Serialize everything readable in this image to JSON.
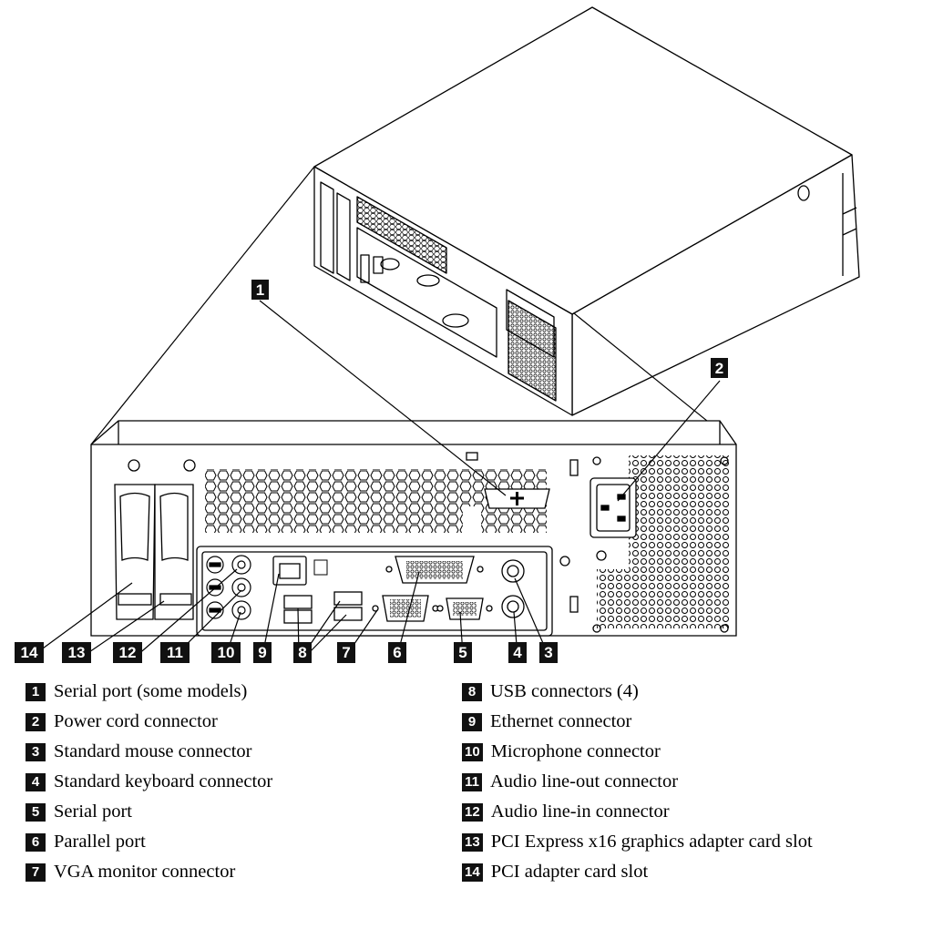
{
  "callouts": [
    {
      "number": "1",
      "label": "Serial port (some models)"
    },
    {
      "number": "2",
      "label": "Power cord connector"
    },
    {
      "number": "3",
      "label": "Standard mouse connector"
    },
    {
      "number": "4",
      "label": "Standard keyboard connector"
    },
    {
      "number": "5",
      "label": "Serial port"
    },
    {
      "number": "6",
      "label": "Parallel port"
    },
    {
      "number": "7",
      "label": "VGA monitor connector"
    },
    {
      "number": "8",
      "label": "USB connectors (4)"
    },
    {
      "number": "9",
      "label": "Ethernet connector"
    },
    {
      "number": "10",
      "label": "Microphone connector"
    },
    {
      "number": "11",
      "label": "Audio line-out connector"
    },
    {
      "number": "12",
      "label": "Audio line-in connector"
    },
    {
      "number": "13",
      "label": "PCI Express x16 graphics adapter card slot"
    },
    {
      "number": "14",
      "label": "PCI adapter card slot"
    }
  ],
  "colors": {
    "line": "#000000",
    "callout_bg": "#111111",
    "background": "#ffffff"
  }
}
